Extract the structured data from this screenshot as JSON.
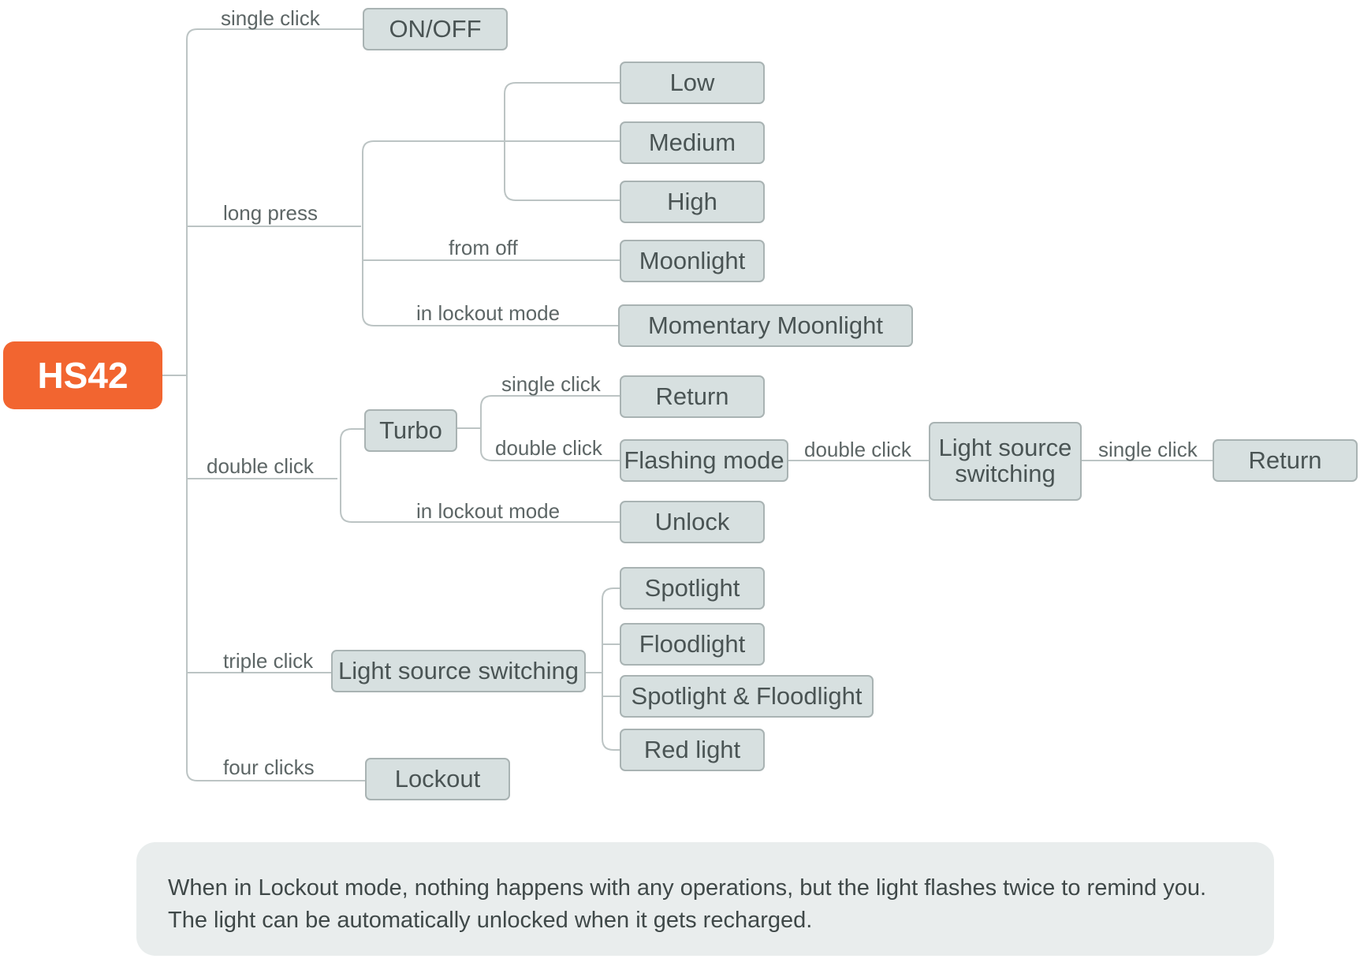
{
  "root": {
    "label": "HS42",
    "color": "#f26530"
  },
  "branches": {
    "single_click": {
      "label": "single click",
      "node": "ON/OFF"
    },
    "long_press": {
      "label": "long press",
      "levels": [
        "Low",
        "Medium",
        "High"
      ],
      "from_off": {
        "label": "from off",
        "node": "Moonlight"
      },
      "lockout": {
        "label": "in lockout mode",
        "node": "Momentary Moonlight"
      }
    },
    "double_click": {
      "label": "double click",
      "turbo": {
        "node": "Turbo",
        "single_click": {
          "label": "single click",
          "node": "Return"
        },
        "double_click": {
          "label": "double click",
          "node": "Flashing mode",
          "next": {
            "label": "double click",
            "node_line1": "Light source",
            "node_line2": "switching",
            "next": {
              "label": "single click",
              "node": "Return"
            }
          }
        }
      },
      "lockout": {
        "label": "in lockout mode",
        "node": "Unlock"
      }
    },
    "triple_click": {
      "label": "triple click",
      "node": "Light source switching",
      "options": [
        "Spotlight",
        "Floodlight",
        "Spotlight & Floodlight",
        "Red light"
      ]
    },
    "four_clicks": {
      "label": "four clicks",
      "node": "Lockout"
    }
  },
  "note": {
    "line1": "When in Lockout mode, nothing happens with any operations, but the light flashes twice to remind you.",
    "line2": "The light can be automatically unlocked when it gets recharged."
  },
  "colors": {
    "node_fill": "#d7e0e0",
    "node_border": "#a9b3b3",
    "line": "#bcc4c4",
    "note_bg": "#e9eded"
  }
}
